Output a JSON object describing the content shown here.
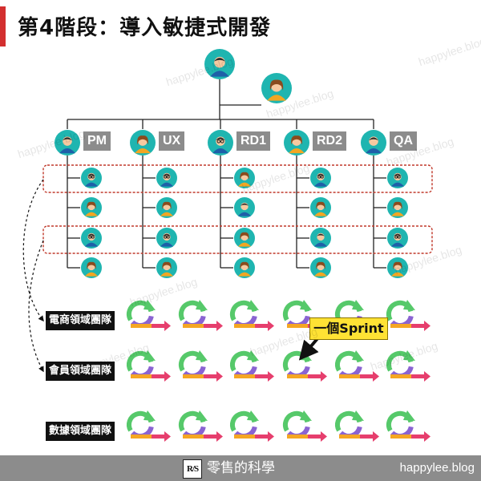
{
  "title": "第4階段：導入敏捷式開發",
  "roles": [
    {
      "label": "PM",
      "icon": "man-avatar-icon"
    },
    {
      "label": "UX",
      "icon": "woman-avatar-icon"
    },
    {
      "label": "RD1",
      "icon": "man-glasses-avatar-icon"
    },
    {
      "label": "RD2",
      "icon": "woman-avatar-icon"
    },
    {
      "label": "QA",
      "icon": "man-avatar-icon"
    }
  ],
  "teams": [
    {
      "label": "電商領域團隊"
    },
    {
      "label": "會員領域團隊"
    },
    {
      "label": "數據領域團隊"
    }
  ],
  "sprints_per_team": 6,
  "callout": "一個Sprint",
  "footer": {
    "logo_text": "R/S",
    "brand": "零售的科學",
    "url": "happylee.blog"
  },
  "watermark_text": "happylee.blog",
  "colors": {
    "accent": "#d32f2f",
    "teal": "#1fb5b0",
    "loop_green": "#56c96a",
    "loop_purple": "#8a63d2",
    "loop_orange": "#f5a623",
    "loop_pink": "#e63e6d",
    "highlight_box": "#c0392b",
    "callout_bg": "#ffe234",
    "footer_bg": "#8c8c8c"
  }
}
